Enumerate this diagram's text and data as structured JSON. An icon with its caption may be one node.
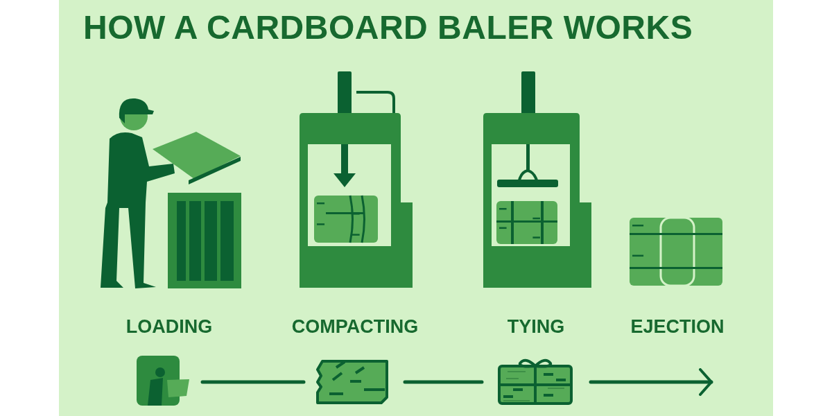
{
  "diagram": {
    "title": "HOW A CARDBOARD BALER WORKS",
    "nodes": [
      {
        "text": [],
        "shape": "picture"
      },
      {
        "text": [],
        "shape": "picture"
      },
      {
        "text": [],
        "shape": "picture"
      }
    ],
    "edges": [
      {
        "from": 0,
        "to": 1,
        "arrow": "none"
      },
      {
        "from": 1,
        "to": 2,
        "arrow": "none"
      },
      {
        "from": 2,
        "to": null,
        "arrow": "to"
      }
    ],
    "labels": [
      "LOADING",
      "COMPACTING",
      "TYING",
      "EJECTION"
    ]
  }
}
